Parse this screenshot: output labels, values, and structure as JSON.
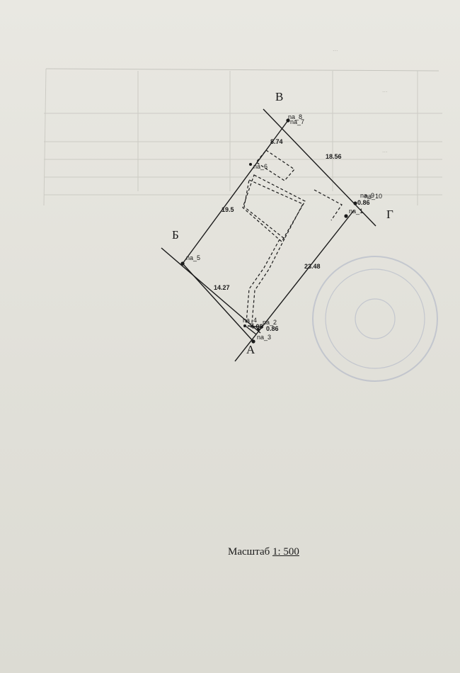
{
  "header_table": {
    "caption": "...",
    "headers": [
      "...",
      "..."
    ]
  },
  "directions": {
    "a": "А",
    "b": "Б",
    "v": "В",
    "g": "Г"
  },
  "points": {
    "p1": "na_1",
    "p2": "na_2",
    "p3": "na_3",
    "p4": "na_4",
    "p5": "na_5",
    "p6": "na_6",
    "p7": "na_7",
    "p8": "na_8",
    "p9": "na_9",
    "p10": "na_10"
  },
  "dimensions": {
    "side_top": "8.74",
    "side_right_top": "18.56",
    "side_left_upper": "19.5",
    "side_left_lower": "14.27",
    "side_right": "23.48",
    "small_a": "4.08",
    "small_b": "0.86",
    "small_c": "0.86"
  },
  "scale": {
    "label": "Масштаб",
    "value": "1: 500"
  },
  "colors": {
    "ink": "#1a1a1a",
    "stamp": "#8a96b8",
    "paper": "#e4e3dc"
  }
}
